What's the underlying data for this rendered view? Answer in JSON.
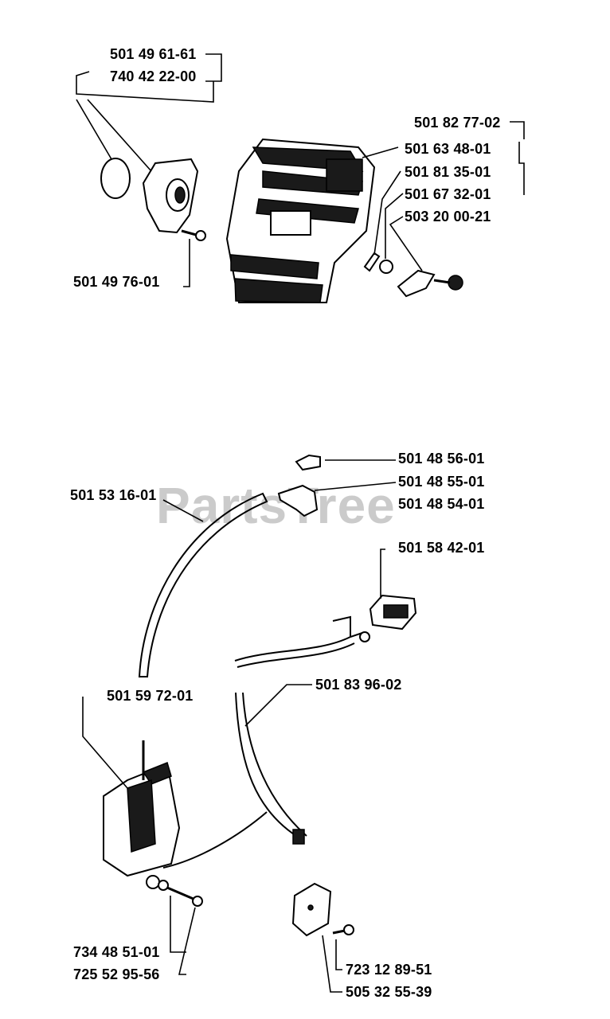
{
  "watermark": "PartsTree",
  "labels": {
    "p1": "501 49 61-61",
    "p2": "740 42 22-00",
    "p3": "501 49 76-01",
    "p4": "501 82 77-02",
    "p5": "501 63 48-01",
    "p6": "501 81 35-01",
    "p7": "501 67 32-01",
    "p8": "503 20 00-21",
    "p9": "501 48 56-01",
    "p10": "501 48 55-01",
    "p11": "501 48 54-01",
    "p12": "501 53 16-01",
    "p13": "501 58 42-01",
    "p14": "501 83 96-02",
    "p15": "501 59 72-01",
    "p16": "734 48 51-01",
    "p17": "725 52 95-56",
    "p18": "723 12 89-51",
    "p19": "505 32 55-39"
  }
}
